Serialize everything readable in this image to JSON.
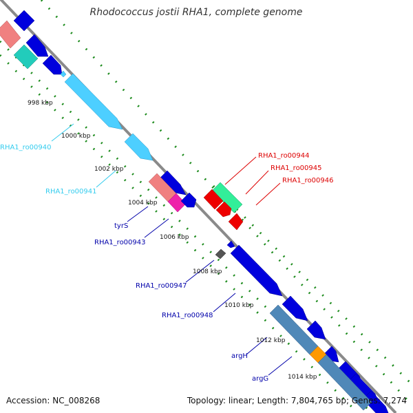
{
  "title": "Rhodococcus jostii RHA1, complete genome",
  "accession": "Accession: NC_008268",
  "topology": "Topology: linear; Length: 7,804,765 bp; Genes: 7,274",
  "colors": {
    "backbone": "#7a7a7a",
    "tick_dots": "#1a8a1a",
    "label_light_blue": "#33ccee",
    "label_dark_blue": "#0000aa",
    "label_red": "#dd0000",
    "gene_dark_blue": "#0000dd",
    "gene_light_blue": "#4dcfff",
    "gene_salmon": "#f08080",
    "gene_magenta": "#ee22aa",
    "gene_mint": "#33ee99",
    "gene_red": "#ee0000",
    "gene_steel": "#4f88b8",
    "gene_orange": "#ff9900",
    "gene_dark_gray": "#555555"
  },
  "ticks": [
    "998 kbp",
    "1000 kbp",
    "1002 kbp",
    "1004 kbp",
    "1006 kbp",
    "1008 kbp",
    "1010 kbp",
    "1012 kbp",
    "1014 kbp"
  ],
  "gene_labels": [
    {
      "text": "RHA1_ro00940",
      "color": "label_light_blue"
    },
    {
      "text": "RHA1_ro00941",
      "color": "label_light_blue"
    },
    {
      "text": "tyrS",
      "color": "label_dark_blue"
    },
    {
      "text": "RHA1_ro00943",
      "color": "label_dark_blue"
    },
    {
      "text": "RHA1_ro00944",
      "color": "label_red"
    },
    {
      "text": "RHA1_ro00945",
      "color": "label_red"
    },
    {
      "text": "RHA1_ro00946",
      "color": "label_red"
    },
    {
      "text": "RHA1_ro00947",
      "color": "label_dark_blue"
    },
    {
      "text": "RHA1_ro00948",
      "color": "label_dark_blue"
    },
    {
      "text": "argH",
      "color": "label_dark_blue"
    },
    {
      "text": "argG",
      "color": "label_dark_blue"
    }
  ]
}
